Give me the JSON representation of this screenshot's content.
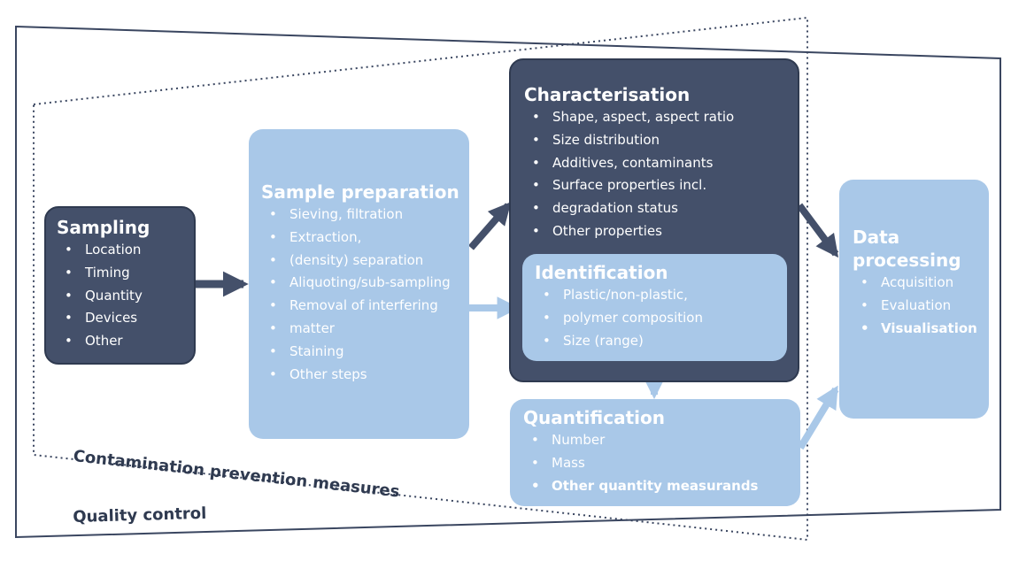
{
  "quality_control": "Quality control",
  "contamination": "Contamination prevention measures",
  "sampling": {
    "title": "Sampling",
    "items": [
      "Location",
      "Timing",
      "Quantity",
      "Devices",
      "Other"
    ]
  },
  "sample_preparation": {
    "title": "Sample preparation",
    "items": [
      "Sieving, filtration",
      "Extraction,",
      "(density) separation",
      "Aliquoting/sub-sampling",
      "Removal of interfering",
      "matter",
      "Staining",
      "Other steps"
    ]
  },
  "characterisation": {
    "title": "Characterisation",
    "items": [
      "Shape, aspect, aspect ratio",
      "Size distribution",
      "Additives, contaminants",
      "Surface properties incl.",
      "degradation status",
      "Other properties"
    ]
  },
  "identification": {
    "title": "Identification",
    "items": [
      "Plastic/non-plastic,",
      "polymer composition",
      "Size (range)"
    ]
  },
  "quantification": {
    "title": "Quantification",
    "items": [
      "Number",
      "Mass",
      "Other quantity measurands"
    ]
  },
  "data_processing": {
    "title_line1": "Data",
    "title_line2": "processing",
    "items": [
      "Acquisition",
      "Evaluation",
      "Visualisation"
    ]
  },
  "colors": {
    "dark_box": "#44506a",
    "light_box": "#a9c8e8",
    "outline": "#3a4660",
    "text": "#ffffff"
  }
}
